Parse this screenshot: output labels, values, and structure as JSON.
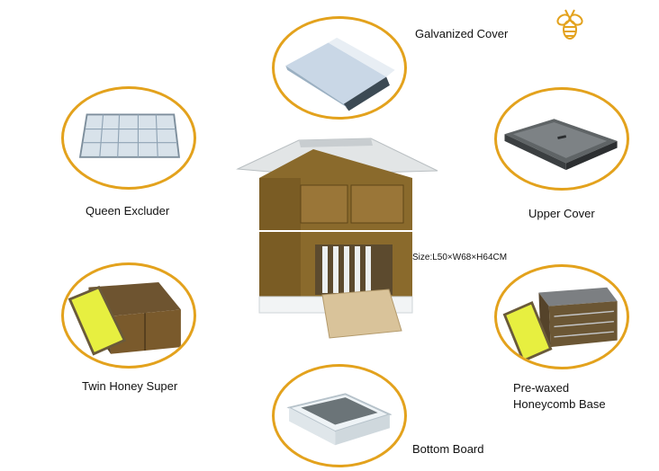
{
  "colors": {
    "accent": "#e3a21d",
    "wood": "#8a6a2c",
    "wood_light": "#b08a48",
    "roof": "#d9dcdc",
    "frame_yellow": "#e7ef40"
  },
  "logo": {
    "icon": "bee-icon"
  },
  "product": {
    "size": "Size:L50×W68×H64CM"
  },
  "parts": {
    "galvanized_cover": "Galvanized Cover",
    "queen_excluder": "Queen Excluder",
    "upper_cover": "Upper Cover",
    "twin_honey_super": "Twin Honey Super",
    "honeycomb_base": {
      "line1": "Pre-waxed",
      "line2": "Honeycomb Base"
    },
    "bottom_board": "Bottom Board"
  }
}
